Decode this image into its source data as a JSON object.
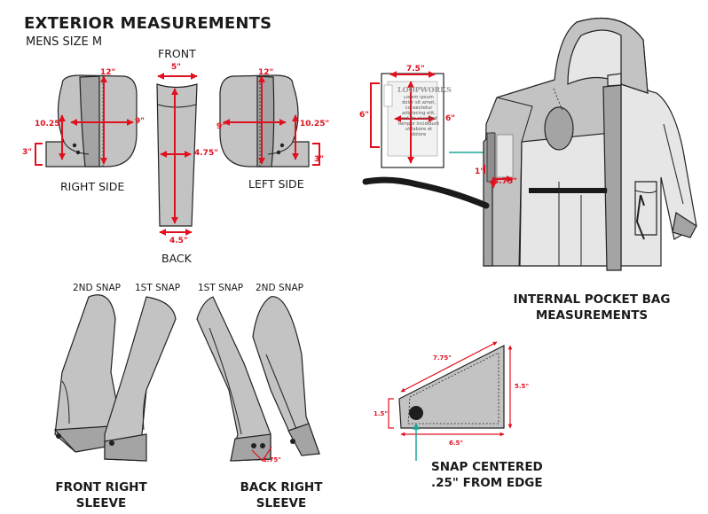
{
  "title": "EXTERIOR MEASUREMENTS",
  "subtitle": "MENS SIZE M",
  "views": {
    "front": "FRONT",
    "back": "BACK",
    "right_side": "RIGHT SIDE",
    "left_side": "LEFT SIDE"
  },
  "dims": {
    "top_width": "5\"",
    "bottom_width": "4.5\"",
    "length": "4.75\"",
    "right_height": "12\"",
    "right_depth": "10.25\"",
    "right_width": "9\"",
    "right_tab": "3\"",
    "left_height": "12\"",
    "left_depth": "10.25\"",
    "left_width": "9\"",
    "left_tab": "3\""
  },
  "pocket": {
    "width": "7.5\"",
    "height_left": "6\"",
    "height_right": "6\"",
    "label_text": "Lorem ipsum dolor sit amet, consectetur adipiscing elit, sed do eiusmod tempor incididunt ut labore et dolore",
    "brand_text": "LOOPWORKS",
    "offset_side": "1\"",
    "offset_down": "3.75\"",
    "heading_line1": "INTERNAL POCKET BAG",
    "heading_line2": "MEASUREMENTS"
  },
  "sleeves": {
    "labels": [
      "2ND SNAP",
      "1ST SNAP",
      "1ST SNAP",
      "2ND SNAP"
    ],
    "front_line1": "FRONT RIGHT",
    "front_line2": "SLEEVE",
    "back_line1": "BACK RIGHT",
    "back_line2": "SLEEVE",
    "snap_dim": "1.75\""
  },
  "triangle": {
    "top": "7.75\"",
    "right": "5.5\"",
    "left": "1.5\"",
    "bottom": "6.5\"",
    "note_line1": "SNAP CENTERED",
    "note_line2": ".25\" FROM EDGE"
  },
  "colors": {
    "dimension_red": "#e0101e",
    "garment_gray": "#c3c3c3",
    "accent_teal": "#1aa59a"
  }
}
